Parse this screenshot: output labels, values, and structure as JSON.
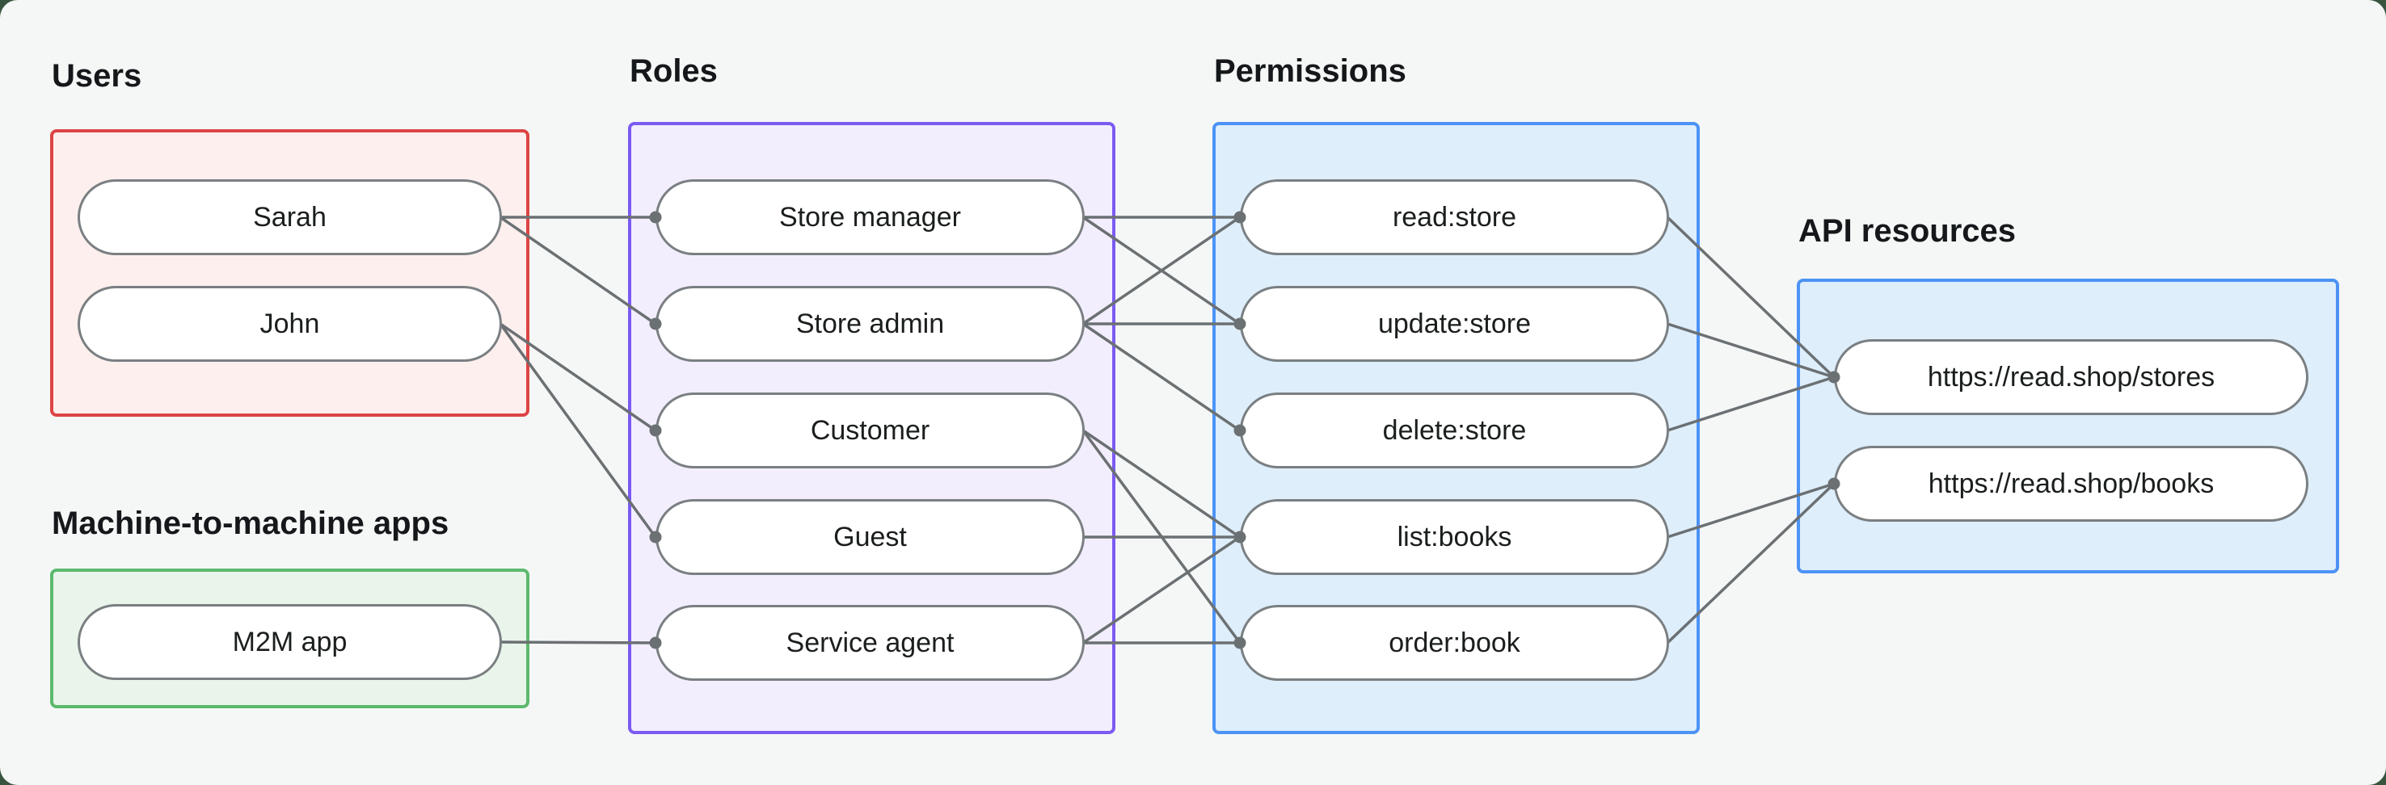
{
  "frame": {
    "outer_background": "#38543f",
    "canvas_background": "#f5f7f6"
  },
  "diagram": {
    "edge_color": "#6b7073",
    "dot_color": "#6b7073",
    "node_border_color": "#7a7f82",
    "node_fill_color": "#ffffff",
    "node_text_color": "#1a1e1c",
    "label_color": "#15181a",
    "groups": [
      {
        "id": "users",
        "label": "Users",
        "border_color": "#dd4444",
        "fill_color": "#fcefee"
      },
      {
        "id": "m2m_apps",
        "label": "Machine-to-machine apps",
        "border_color": "#5cb96d",
        "fill_color": "#e9f5ea"
      },
      {
        "id": "roles",
        "label": "Roles",
        "border_color": "#7b5bf2",
        "fill_color": "#f3eefe"
      },
      {
        "id": "permissions",
        "label": "Permissions",
        "border_color": "#4d93f5",
        "fill_color": "#deeefb"
      },
      {
        "id": "api_resources",
        "label": "API resources",
        "border_color": "#4d93f5",
        "fill_color": "#deeefb"
      }
    ],
    "nodes": [
      {
        "id": "sarah",
        "group": "users",
        "label": "Sarah"
      },
      {
        "id": "john",
        "group": "users",
        "label": "John"
      },
      {
        "id": "m2m",
        "group": "m2m_apps",
        "label": "M2M app"
      },
      {
        "id": "store_manager",
        "group": "roles",
        "label": "Store manager"
      },
      {
        "id": "store_admin",
        "group": "roles",
        "label": "Store admin"
      },
      {
        "id": "customer",
        "group": "roles",
        "label": "Customer"
      },
      {
        "id": "guest",
        "group": "roles",
        "label": "Guest"
      },
      {
        "id": "service_agent",
        "group": "roles",
        "label": "Service agent"
      },
      {
        "id": "read_store",
        "group": "permissions",
        "label": "read:store"
      },
      {
        "id": "update_store",
        "group": "permissions",
        "label": "update:store"
      },
      {
        "id": "delete_store",
        "group": "permissions",
        "label": "delete:store"
      },
      {
        "id": "list_books",
        "group": "permissions",
        "label": "list:books"
      },
      {
        "id": "order_book",
        "group": "permissions",
        "label": "order:book"
      },
      {
        "id": "stores",
        "group": "api_resources",
        "label": "https://read.shop/stores"
      },
      {
        "id": "books",
        "group": "api_resources",
        "label": "https://read.shop/books"
      }
    ],
    "edges": [
      [
        "sarah",
        "store_manager"
      ],
      [
        "sarah",
        "store_admin"
      ],
      [
        "john",
        "customer"
      ],
      [
        "john",
        "guest"
      ],
      [
        "m2m",
        "service_agent"
      ],
      [
        "store_manager",
        "read_store"
      ],
      [
        "store_manager",
        "update_store"
      ],
      [
        "store_admin",
        "read_store"
      ],
      [
        "store_admin",
        "update_store"
      ],
      [
        "store_admin",
        "delete_store"
      ],
      [
        "customer",
        "list_books"
      ],
      [
        "customer",
        "order_book"
      ],
      [
        "guest",
        "list_books"
      ],
      [
        "service_agent",
        "list_books"
      ],
      [
        "service_agent",
        "order_book"
      ],
      [
        "read_store",
        "stores"
      ],
      [
        "update_store",
        "stores"
      ],
      [
        "delete_store",
        "stores"
      ],
      [
        "list_books",
        "books"
      ],
      [
        "order_book",
        "books"
      ]
    ]
  }
}
